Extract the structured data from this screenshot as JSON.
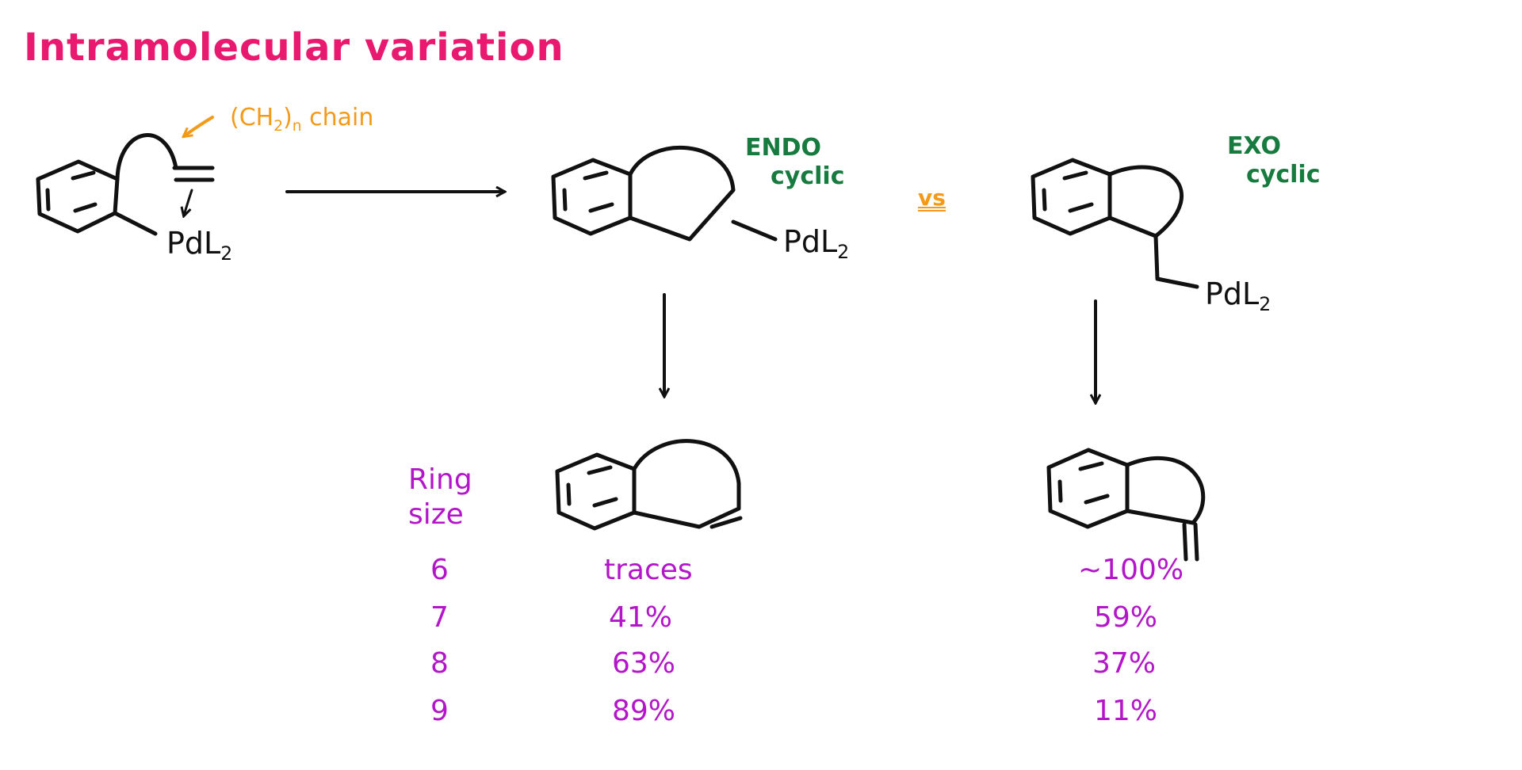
{
  "title": "Intramolecular variation",
  "chain_label": {
    "prefix": "(CH",
    "sub": "2",
    "suffix": ")",
    "sub_n": "n",
    "word": "chain"
  },
  "pd": {
    "main": "PdL",
    "sub": "2"
  },
  "endo": {
    "line1": "ENDO",
    "line2": "cyclic"
  },
  "exo": {
    "line1": "EXO",
    "line2": "cyclic"
  },
  "vs": "vs",
  "ring_size_header": {
    "line1": "Ring",
    "line2": "size"
  },
  "table": {
    "ring_sizes": [
      "6",
      "7",
      "8",
      "9"
    ],
    "endo_yields": [
      "traces",
      "41%",
      "63%",
      "89%"
    ],
    "exo_yields": [
      "~100%",
      "59%",
      "37%",
      "11%"
    ]
  },
  "colors": {
    "title": "#e8196e",
    "chain": "#f39a1a",
    "cyclic_labels": "#177a3e",
    "table": "#b315c9",
    "structure": "#111111"
  }
}
